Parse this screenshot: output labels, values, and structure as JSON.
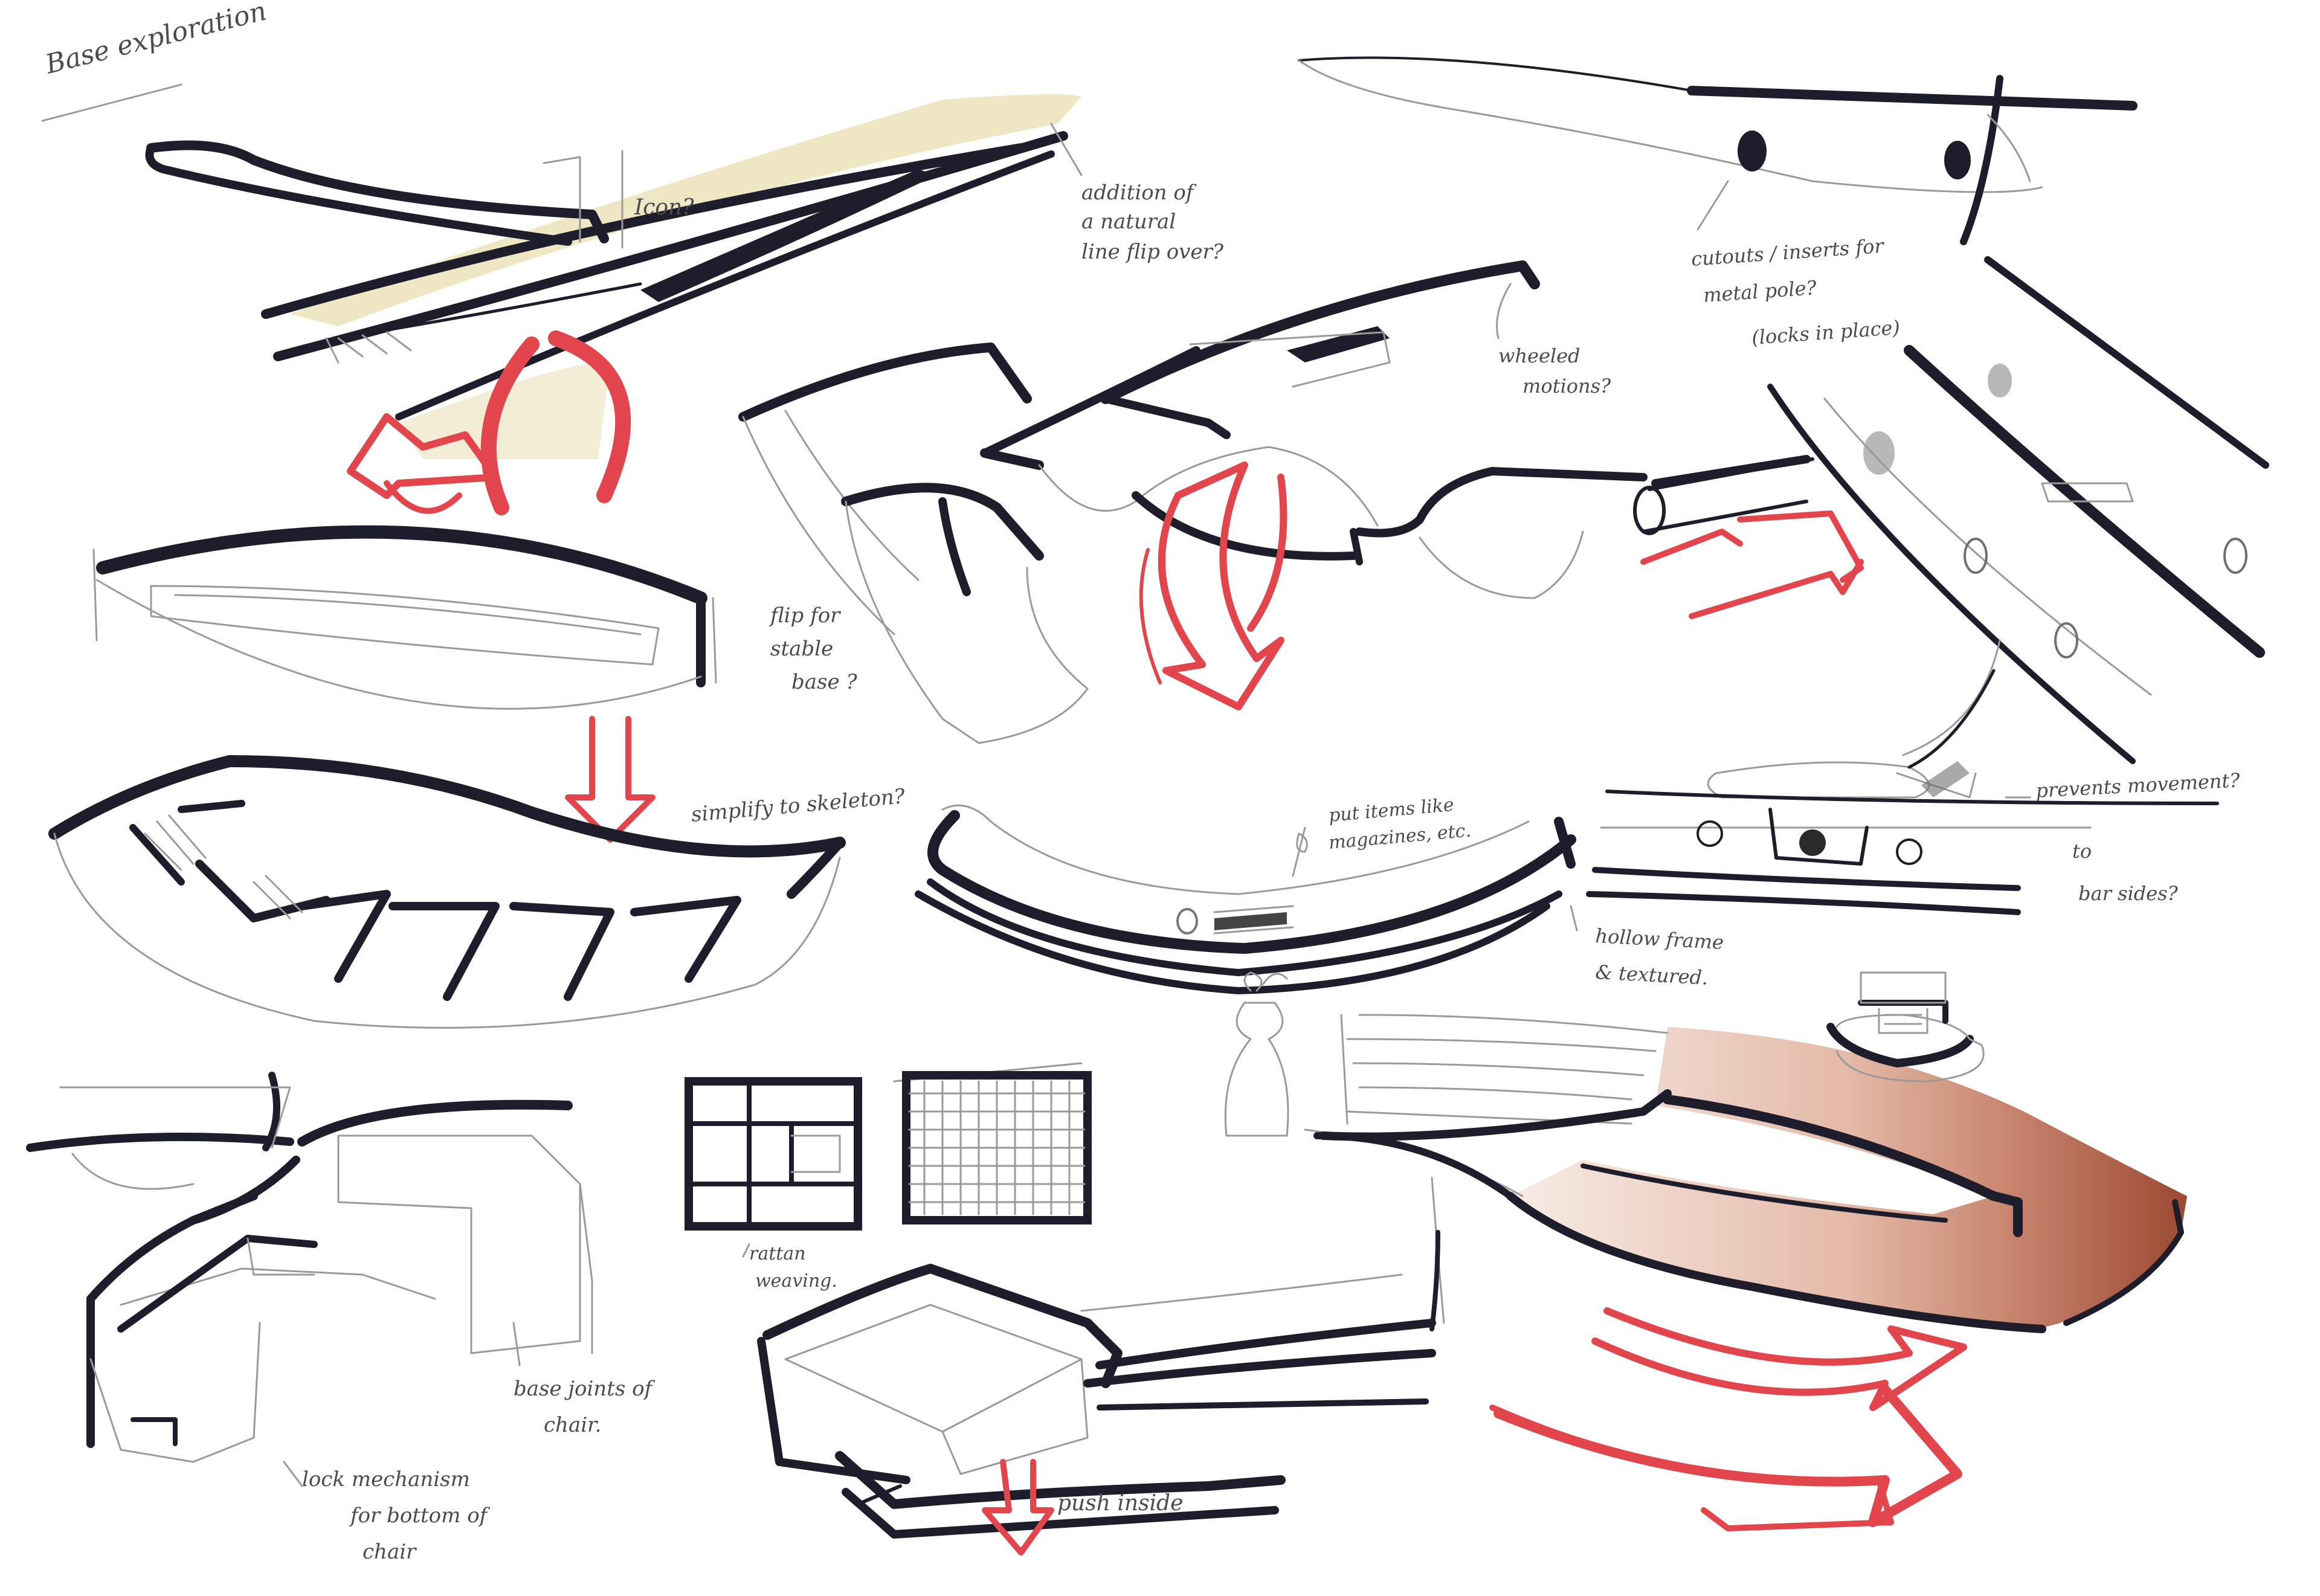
{
  "page": {
    "title": "Base exploration"
  },
  "notes": {
    "icon": "Icon?",
    "natural_flip_line1": "addition of",
    "natural_flip_line2": "a natural",
    "natural_flip_line3": "line flip over?",
    "cutouts_line1": "cutouts / inserts for",
    "cutouts_line2": "metal pole?",
    "cutouts_line3": "(locks in place)",
    "wheel_line1": "wheeled",
    "wheel_line2": "motions?",
    "flip_stable_line1": "flip for",
    "flip_stable_line2": "stable",
    "flip_stable_line3": "base ?",
    "simplify": "simplify to skeleton?",
    "put_items_line1": "put items like",
    "put_items_line2": "magazines, etc.",
    "hollow_line1": "hollow frame",
    "hollow_line2": "& textured.",
    "prevents_movement": "prevents movement?",
    "bar_sides_line1": "to",
    "bar_sides_line2": "bar sides?",
    "rattan_line1": "rattan",
    "rattan_line2": "weaving.",
    "base_joints_line1": "base joints of",
    "base_joints_line2": "chair.",
    "lock_line1": "lock mechanism",
    "lock_line2": "for bottom of",
    "lock_line3": "chair",
    "push_inside": "push inside"
  },
  "colors": {
    "ink": "#1d1d2b",
    "pencil": "#9a9a9a",
    "marker_red": "#e2454c",
    "wood_light": "#efe6c4",
    "copper": "#b9634a",
    "paper": "#ffffff"
  }
}
